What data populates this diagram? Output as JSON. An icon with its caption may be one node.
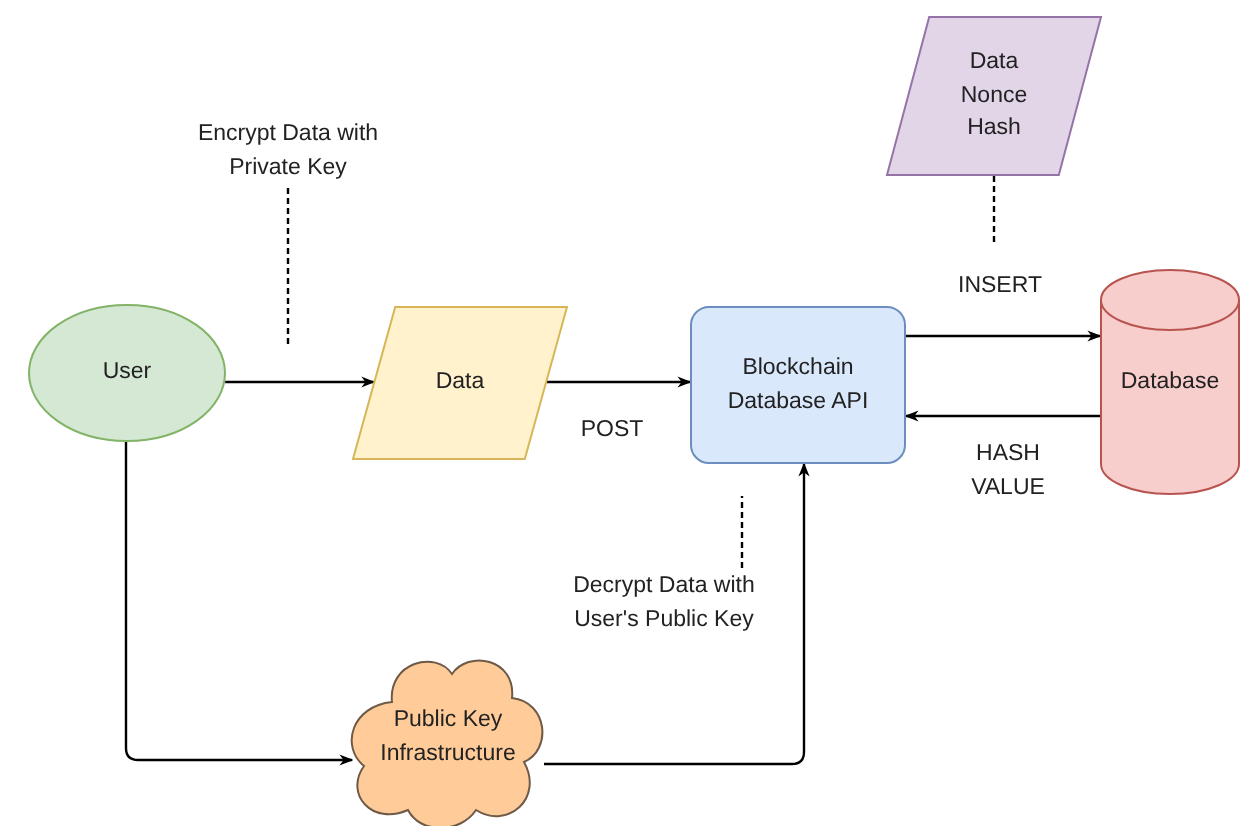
{
  "diagram": {
    "nodes": [
      {
        "text": [
          "User"
        ]
      },
      {
        "text": [
          "Data"
        ]
      },
      {
        "text": [
          "Blockchain Database API"
        ]
      },
      {
        "text": [
          "Data Nonce Hash"
        ]
      },
      {
        "text": [
          "Database"
        ]
      },
      {
        "text": [
          "Public Key Infrastructure"
        ]
      },
      {
        "text": [
          "Encrypt Data with Private Key"
        ]
      },
      {
        "text": [
          "Decrypt Data with User's Public Key"
        ]
      }
    ],
    "edges": [
      {
        "from": 0,
        "to": 1,
        "arrow": "to"
      },
      {
        "from": 1,
        "to": 2,
        "arrow": "to",
        "label": "POST"
      },
      {
        "from": 2,
        "to": 4,
        "arrow": "to",
        "label": "INSERT"
      },
      {
        "from": 4,
        "to": 2,
        "arrow": "to",
        "label": "HASH VALUE"
      },
      {
        "from": 0,
        "to": 5,
        "arrow": "to"
      },
      {
        "from": 5,
        "to": 2,
        "arrow": "to"
      },
      {
        "from": 6,
        "to": null,
        "arrow": "none",
        "style": "dashed"
      },
      {
        "from": 7,
        "to": null,
        "arrow": "none",
        "style": "dashed"
      },
      {
        "from": 3,
        "to": null,
        "arrow": "none",
        "style": "dashed"
      }
    ]
  }
}
